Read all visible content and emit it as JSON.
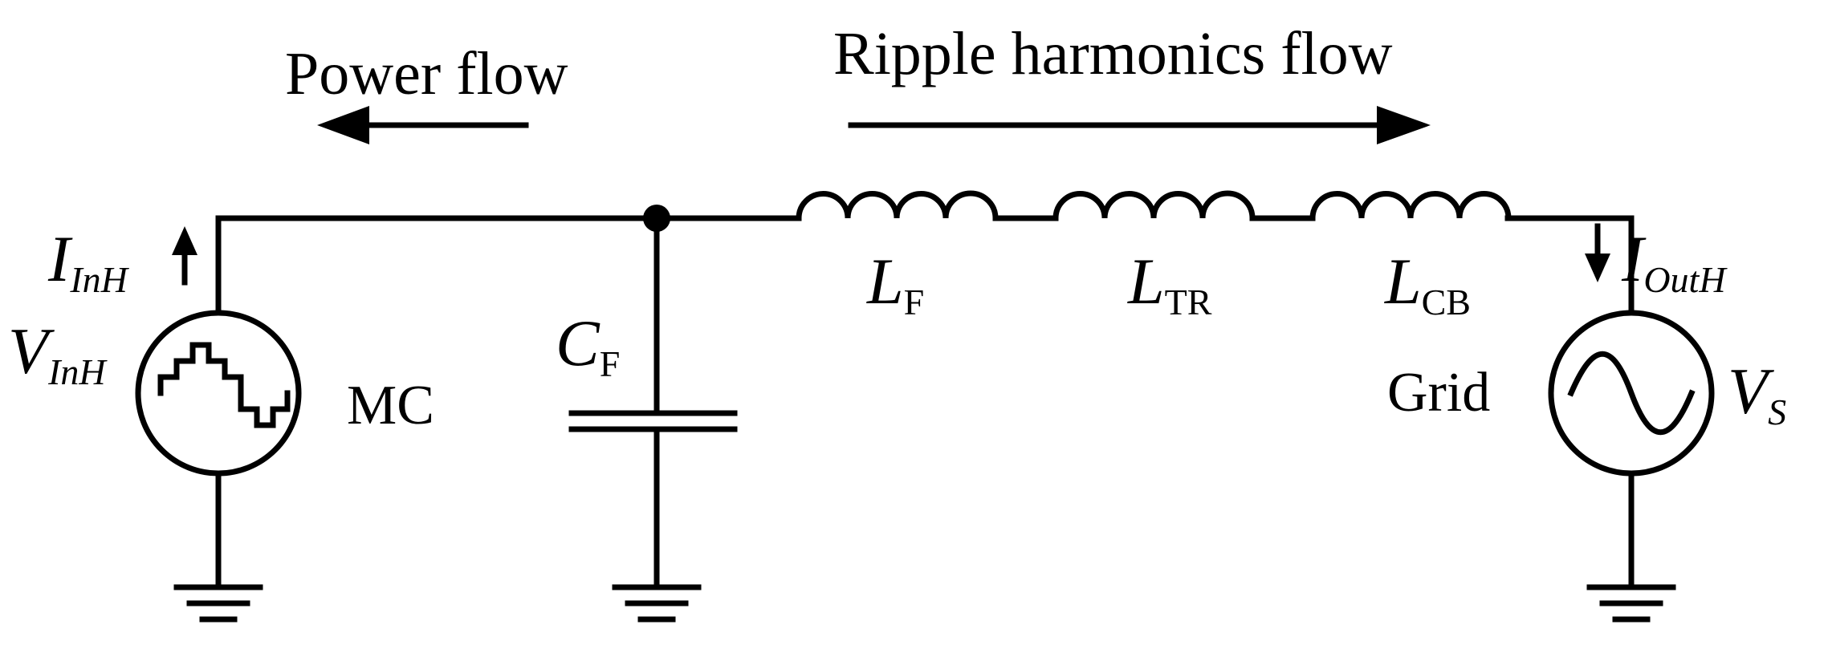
{
  "headings": {
    "power_flow": "Power flow",
    "ripple_flow": "Ripple harmonics flow"
  },
  "labels": {
    "mc": "MC",
    "grid": "Grid"
  },
  "symbols": {
    "i_in": {
      "main": "I",
      "sub": "InH"
    },
    "v_in": {
      "main": "V",
      "sub": "InH"
    },
    "c_f": {
      "main": "C",
      "sub": "F"
    },
    "l_f": {
      "main": "L",
      "sub": "F"
    },
    "l_tr": {
      "main": "L",
      "sub": "TR"
    },
    "l_cb": {
      "main": "L",
      "sub": "CB"
    },
    "i_out": {
      "main": "I",
      "sub": "OutH"
    },
    "v_s": {
      "main": "V",
      "sub": "S"
    }
  },
  "colors": {
    "stroke": "#000000",
    "background": "#ffffff"
  }
}
